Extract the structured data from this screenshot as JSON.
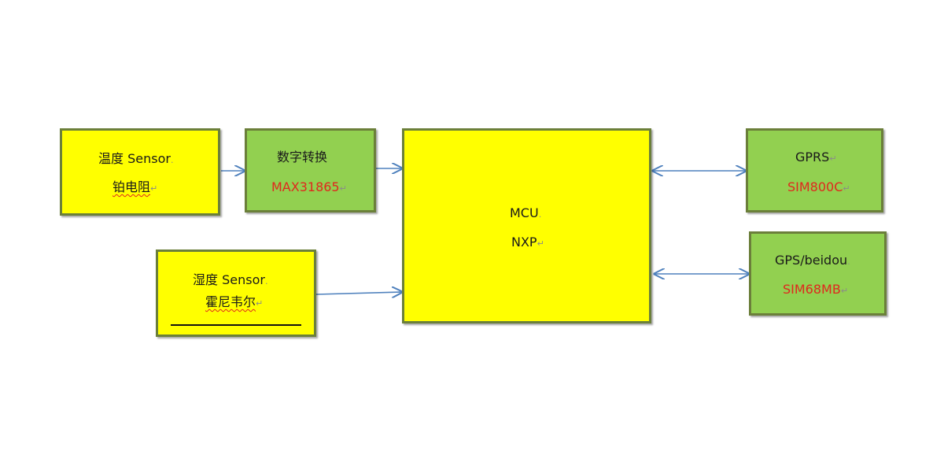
{
  "diagram": {
    "colors": {
      "yellow": "#ffff00",
      "green": "#92d050",
      "border": "#6b7f3a",
      "arrow": "#4f81bd",
      "red_text": "#e0281e"
    },
    "sensor1": {
      "line1": "温度 Sensor",
      "mark1": ".",
      "line2": "铂电阻",
      "mark2": "↵"
    },
    "adc": {
      "line1": "数字转换",
      "line2": "MAX31865",
      "mark2": "↵"
    },
    "sensor2": {
      "line1": "湿度 Sensor",
      "mark1": ".",
      "line2": "霍尼韦尔",
      "mark2": "↵"
    },
    "mcu": {
      "line1": "MCU",
      "mark1": ".",
      "line2": "NXP",
      "mark2": "↵"
    },
    "gprs": {
      "line1": "GPRS",
      "mark1": "↵",
      "line2": "SIM800C",
      "mark2": "↵"
    },
    "gps": {
      "line1": "GPS/beidou",
      "mark1": ".",
      "line2": "SIM68MB",
      "mark2": "↵"
    },
    "connections": [
      {
        "from": "sensor1",
        "to": "adc",
        "direction": "forward"
      },
      {
        "from": "adc",
        "to": "mcu",
        "direction": "forward"
      },
      {
        "from": "sensor2",
        "to": "mcu",
        "direction": "forward"
      },
      {
        "from": "mcu",
        "to": "gprs",
        "direction": "both"
      },
      {
        "from": "mcu",
        "to": "gps",
        "direction": "both"
      }
    ]
  }
}
